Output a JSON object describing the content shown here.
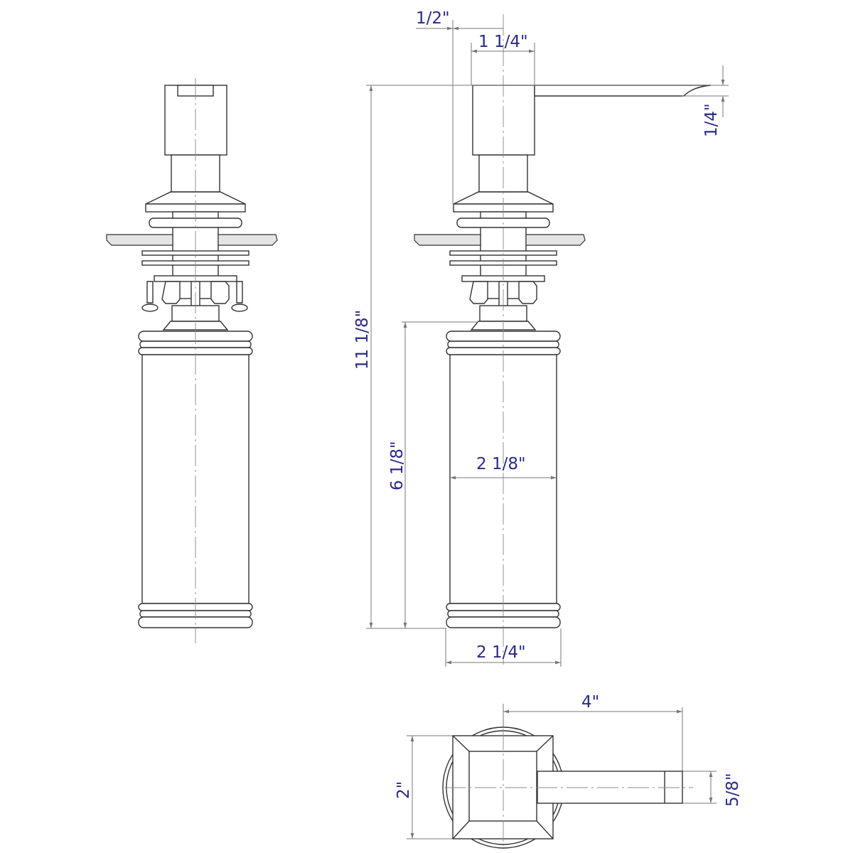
{
  "title": "Soap dispenser dimension drawing",
  "colors": {
    "dimension_text": "#2a2a8a",
    "line": "#333333"
  },
  "dimensions": {
    "head_offset": "1/2\"",
    "head_width": "1 1/4\"",
    "spout_height": "1/4\"",
    "total_height": "11 1/8\"",
    "bottle_height": "6 1/8\"",
    "bottle_width": "2 1/8\"",
    "base_width": "2 1/4\"",
    "spout_length": "4\"",
    "top_width": "2\"",
    "spout_width": "5/8\""
  }
}
